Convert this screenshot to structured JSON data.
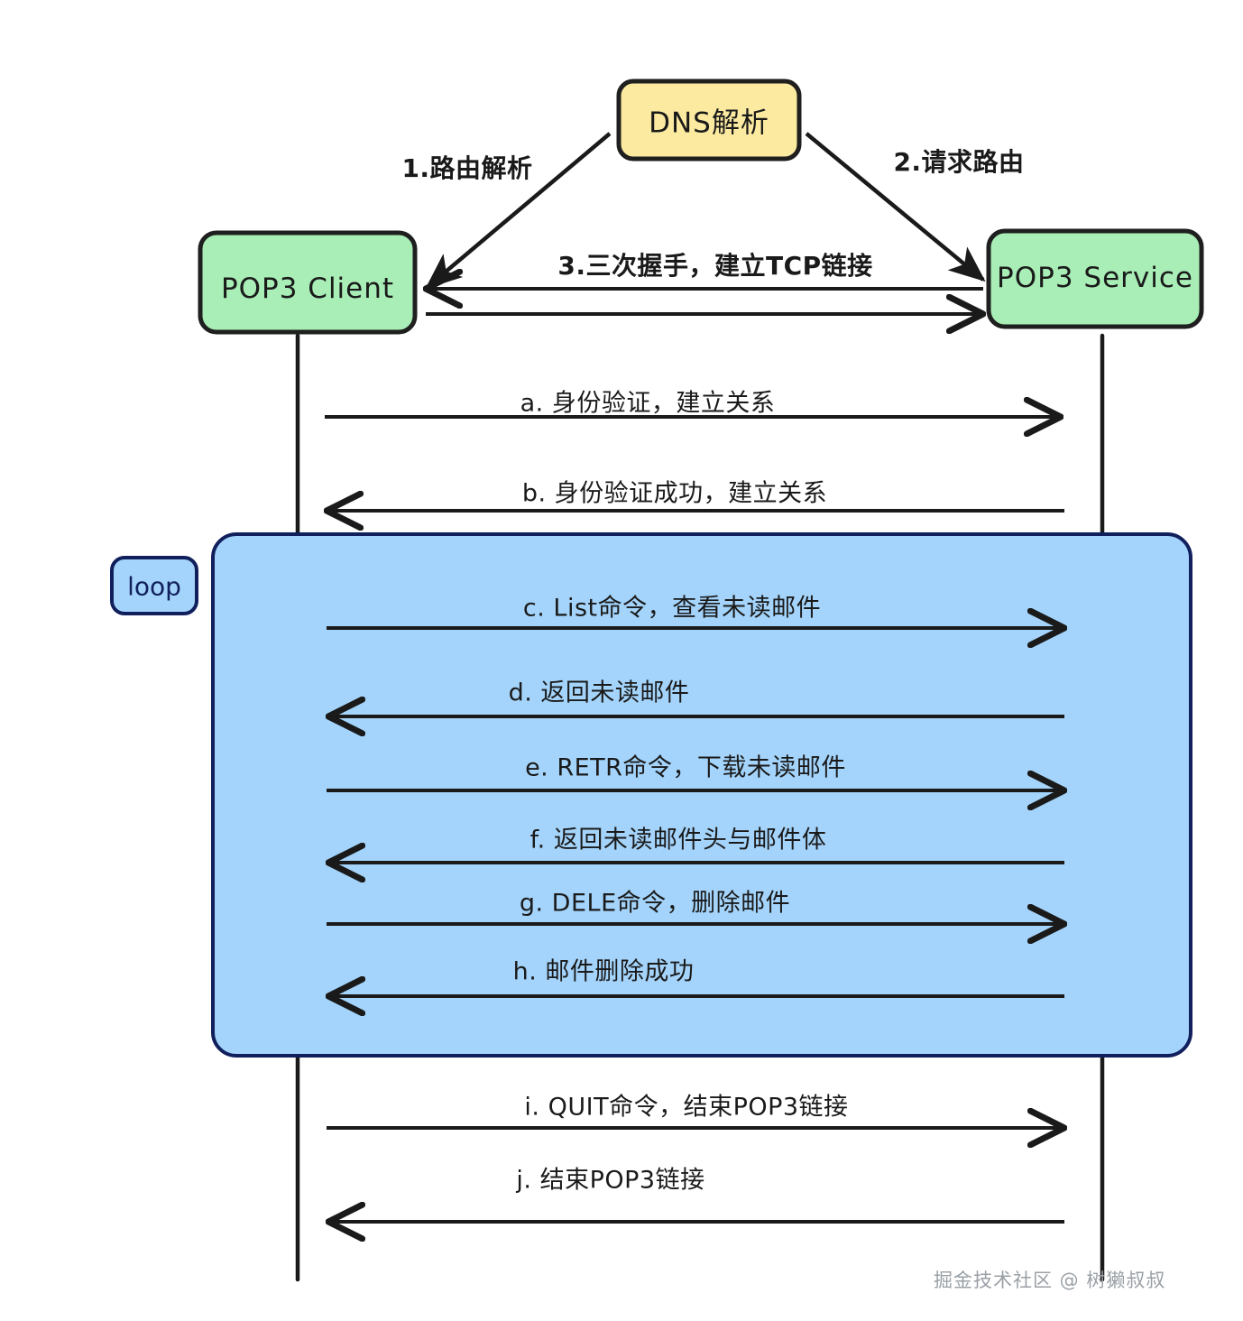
{
  "diagram": {
    "type": "sequence-diagram",
    "title_visible": false,
    "colors": {
      "dns_node_fill": "#fbeaa0",
      "participant_fill": "#a8eeb6",
      "node_stroke": "#1f1f1f",
      "loop_fill": "#a4d4fb",
      "loop_stroke": "#11205c",
      "line": "#1a1a1a",
      "watermark": "#9aa0a6"
    }
  },
  "nodes": {
    "dns": {
      "label": "DNS解析"
    },
    "client": {
      "label": "POP3 Client"
    },
    "service": {
      "label": "POP3 Service"
    }
  },
  "loop": {
    "label": "loop"
  },
  "messages": [
    {
      "id": "m1",
      "label": "1.路由解析",
      "from": "client",
      "to": "dns",
      "direction": "diagonal-up-right",
      "bold": true
    },
    {
      "id": "m2",
      "label": "2.请求路由",
      "from": "dns",
      "to": "service",
      "direction": "diagonal-down-right",
      "bold": true
    },
    {
      "id": "m3",
      "label": "3.三次握手，建立TCP链接",
      "from": "service",
      "to": "client",
      "direction": "bidirectional",
      "bold": true
    },
    {
      "id": "ma",
      "label": "a. 身份验证，建立关系",
      "from": "client",
      "to": "service",
      "direction": "right",
      "bold": false
    },
    {
      "id": "mb",
      "label": "b. 身份验证成功，建立关系",
      "from": "service",
      "to": "client",
      "direction": "left",
      "bold": false
    },
    {
      "id": "mc",
      "label": "c. List命令，查看未读邮件",
      "from": "client",
      "to": "service",
      "direction": "right",
      "bold": false
    },
    {
      "id": "md",
      "label": "d. 返回未读邮件",
      "from": "service",
      "to": "client",
      "direction": "left",
      "bold": false
    },
    {
      "id": "me",
      "label": "e. RETR命令，下载未读邮件",
      "from": "client",
      "to": "service",
      "direction": "right",
      "bold": false
    },
    {
      "id": "mf",
      "label": "f. 返回未读邮件头与邮件体",
      "from": "service",
      "to": "client",
      "direction": "left",
      "bold": false
    },
    {
      "id": "mg",
      "label": "g. DELE命令，删除邮件",
      "from": "client",
      "to": "service",
      "direction": "right",
      "bold": false
    },
    {
      "id": "mh",
      "label": "h. 邮件删除成功",
      "from": "service",
      "to": "client",
      "direction": "left",
      "bold": false
    },
    {
      "id": "mi",
      "label": "i. QUIT命令，结束POP3链接",
      "from": "client",
      "to": "service",
      "direction": "right",
      "bold": false
    },
    {
      "id": "mj",
      "label": "j. 结束POP3链接",
      "from": "service",
      "to": "client",
      "direction": "left",
      "bold": false
    }
  ],
  "watermark": {
    "text": "掘金技术社区 @ 树獭叔叔"
  }
}
